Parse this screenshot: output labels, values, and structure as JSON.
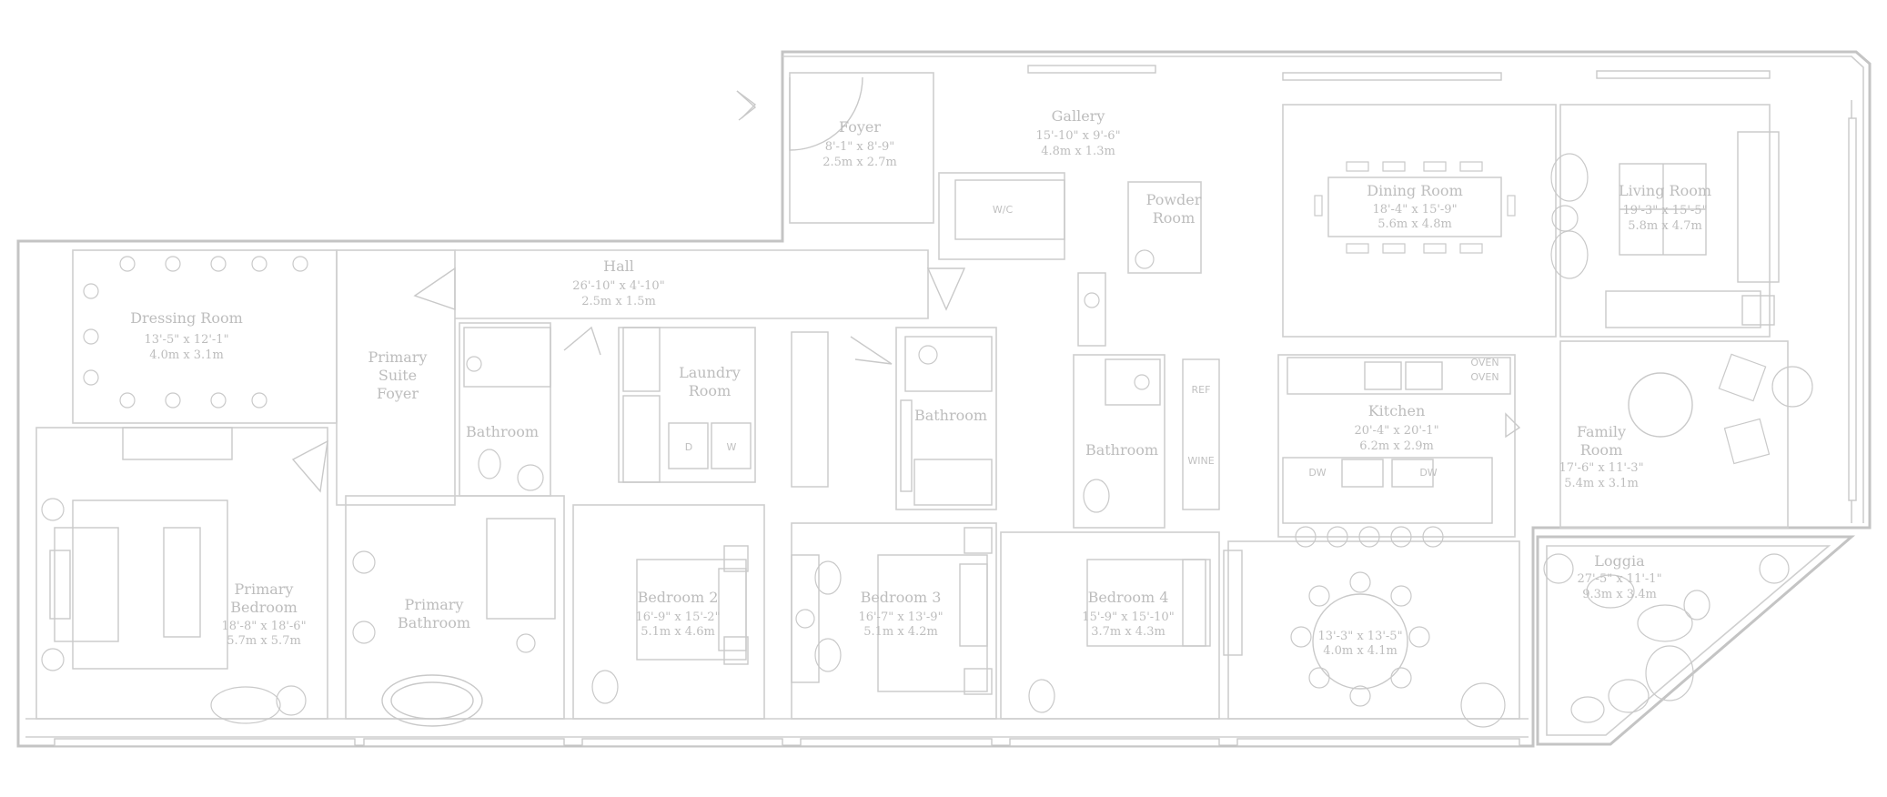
{
  "plan": {
    "rooms": [
      {
        "id": "foyer",
        "name": "Foyer",
        "dim1": "8'-1\" x 8'-9\"",
        "dim2": "2.5m x 2.7m"
      },
      {
        "id": "gallery",
        "name": "Gallery",
        "dim1": "15'-10\" x 9'-6\"",
        "dim2": "4.8m x 1.3m"
      },
      {
        "id": "powder",
        "name": "Powder",
        "name2": "Room"
      },
      {
        "id": "dining",
        "name": "Dining Room",
        "dim1": "18'-4\" x 15'-9\"",
        "dim2": "5.6m x 4.8m"
      },
      {
        "id": "living",
        "name": "Living Room",
        "dim1": "19'-3\" x 15'-5\"",
        "dim2": "5.8m x 4.7m"
      },
      {
        "id": "hall",
        "name": "Hall",
        "dim1": "26'-10\" x 4'-10\"",
        "dim2": "2.5m x 1.5m"
      },
      {
        "id": "dressing",
        "name": "Dressing Room",
        "dim1": "13'-5\" x 12'-1\"",
        "dim2": "4.0m x 3.1m"
      },
      {
        "id": "suite-foyer",
        "name": "Primary",
        "name2": "Suite",
        "name3": "Foyer"
      },
      {
        "id": "laundry",
        "name": "Laundry",
        "name2": "Room"
      },
      {
        "id": "bath1",
        "name": "Bathroom"
      },
      {
        "id": "bath2",
        "name": "Bathroom"
      },
      {
        "id": "bath3",
        "name": "Bathroom"
      },
      {
        "id": "kitchen",
        "name": "Kitchen",
        "dim1": "20'-4\" x 20'-1\"",
        "dim2": "6.2m x 2.9m"
      },
      {
        "id": "family",
        "name": "Family",
        "name2": "Room",
        "dim1": "17'-6\" x 11'-3\"",
        "dim2": "5.4m x 3.1m"
      },
      {
        "id": "loggia",
        "name": "Loggia",
        "dim1": "27'-5\" x 11'-1\"",
        "dim2": "9.3m x 3.4m"
      },
      {
        "id": "primary-bedroom",
        "name": "Primary",
        "name2": "Bedroom",
        "dim1": "18'-8\" x 18'-6\"",
        "dim2": "5.7m x 5.7m"
      },
      {
        "id": "primary-bath",
        "name": "Primary",
        "name2": "Bathroom"
      },
      {
        "id": "bedroom2",
        "name": "Bedroom 2",
        "dim1": "16'-9\" x 15'-2\"",
        "dim2": "5.1m x 4.6m"
      },
      {
        "id": "bedroom3",
        "name": "Bedroom 3",
        "dim1": "16'-7\" x 13'-9\"",
        "dim2": "5.1m x 4.2m"
      },
      {
        "id": "bedroom4",
        "name": "Bedroom 4",
        "dim1": "15'-9\" x 15'-10\"",
        "dim2": "3.7m x 4.3m"
      },
      {
        "id": "breakfast",
        "name": "",
        "dim1": "13'-3\" x 13'-5\"",
        "dim2": "4.0m x 4.1m"
      }
    ],
    "appliances": {
      "wic": "W/C",
      "dw1": "DW",
      "dw2": "DW",
      "oven1": "OVEN",
      "oven2": "OVEN",
      "ref": "REF",
      "wine": "WINE",
      "dryer": "D",
      "washer": "W"
    }
  }
}
